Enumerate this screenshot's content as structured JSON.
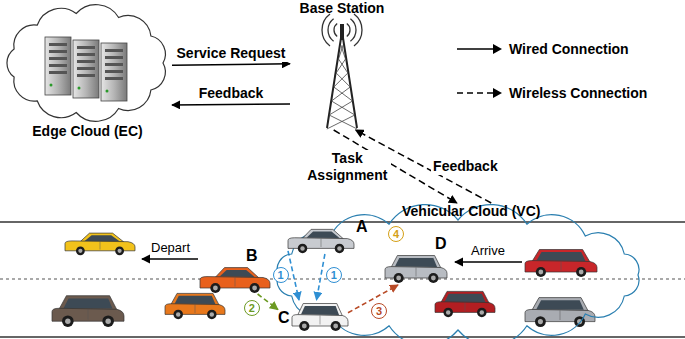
{
  "diagram": {
    "nodes": [
      {
        "text": [
          "Edge Cloud (EC)"
        ]
      },
      {
        "text": [
          "Base Station"
        ]
      },
      {
        "text": [
          "Vehicular Cloud (VC)"
        ]
      },
      {
        "text": [
          "A"
        ],
        "in": 2
      },
      {
        "text": [
          "B"
        ],
        "in": 2
      },
      {
        "text": [
          "C"
        ],
        "in": 2
      },
      {
        "text": [
          "D"
        ],
        "in": 2
      }
    ],
    "edges": [
      {
        "from": 0,
        "to": 1,
        "label": "Service Request",
        "arrow": "to"
      },
      {
        "from": 1,
        "to": 0,
        "label": "Feedback",
        "arrow": "to"
      },
      {
        "from": 1,
        "to": 2,
        "label": "Task Assignment",
        "arrow": "to"
      },
      {
        "from": 2,
        "to": 1,
        "label": "Feedback",
        "arrow": "to"
      },
      {
        "from": 3,
        "to": 5,
        "label": "1",
        "arrow": "to"
      },
      {
        "from": 3,
        "to": 5,
        "label": "1",
        "arrow": "to"
      },
      {
        "from": 4,
        "to": 5,
        "label": "2",
        "arrow": "to"
      },
      {
        "from": 5,
        "to": 6,
        "label": "3",
        "arrow": "to"
      }
    ],
    "labels": [
      "Depart",
      "Arrive",
      "4"
    ],
    "legend": [
      {
        "text": "Wired Connection"
      },
      {
        "text": "Wireless Connection"
      }
    ]
  }
}
